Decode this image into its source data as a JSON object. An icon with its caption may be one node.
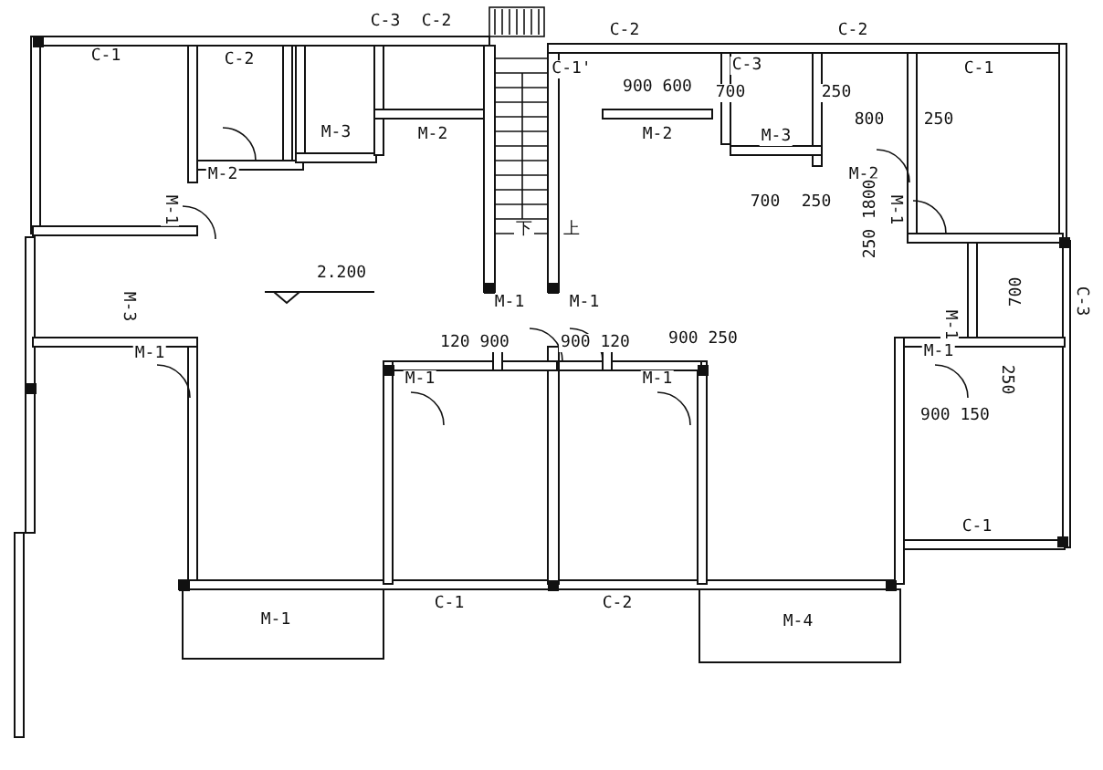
{
  "diagram": {
    "labels": [
      "C-3",
      "C-2",
      "C-2",
      "C-2",
      "C-1",
      "C-2",
      "C-1'",
      "C-3",
      "C-1",
      "900 600",
      "700",
      "250",
      "800",
      "250",
      "M-3",
      "M-2",
      "M-2",
      "M-3",
      "M-2",
      "M-2",
      "M-1",
      "700",
      "250",
      "250 1800",
      "M-1",
      "下",
      "上",
      "2.200",
      "M-3",
      "M-1",
      "M-1",
      "M-1",
      "700",
      "C-3",
      "M-1",
      "120 900",
      "900 120",
      "900 250",
      "M-1",
      "M-1",
      "M-1",
      "250",
      "900 150",
      "C-1",
      "M-1",
      "C-1",
      "C-2",
      "M-4"
    ]
  }
}
